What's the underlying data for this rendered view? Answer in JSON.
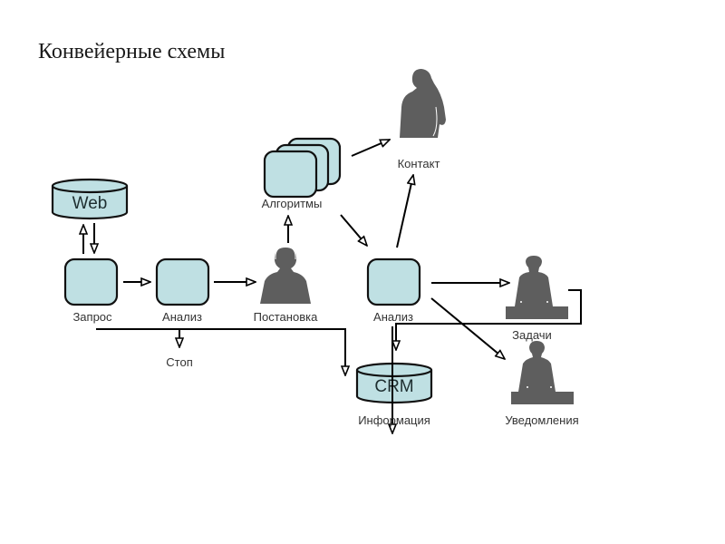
{
  "title": "Конвейерные схемы",
  "colors": {
    "box_fill": "#bfe0e3",
    "figure": "#5e5e5e",
    "line": "#000000"
  },
  "nodes": {
    "web": {
      "label": "Web",
      "icon": "database-icon"
    },
    "crm": {
      "label": "CRM",
      "icon": "database-icon"
    },
    "request": {
      "label": "Запрос",
      "icon": "process-box"
    },
    "analysis1": {
      "label": "Анализ",
      "icon": "process-box"
    },
    "setting": {
      "label": "Постановка",
      "icon": "operator-headset-icon"
    },
    "algorithms": {
      "label": "Алгоритмы",
      "icon": "stacked-documents-icon"
    },
    "contact": {
      "label": "Контакт",
      "icon": "person-phone-icon"
    },
    "analysis2": {
      "label": "Анализ",
      "icon": "process-box"
    },
    "tasks": {
      "label": "Задачи",
      "icon": "person-desk-icon"
    },
    "notifications": {
      "label": "Уведомления",
      "icon": "person-desk-icon"
    },
    "stop": {
      "label": "Стоп"
    },
    "information": {
      "label": "Информация"
    }
  }
}
